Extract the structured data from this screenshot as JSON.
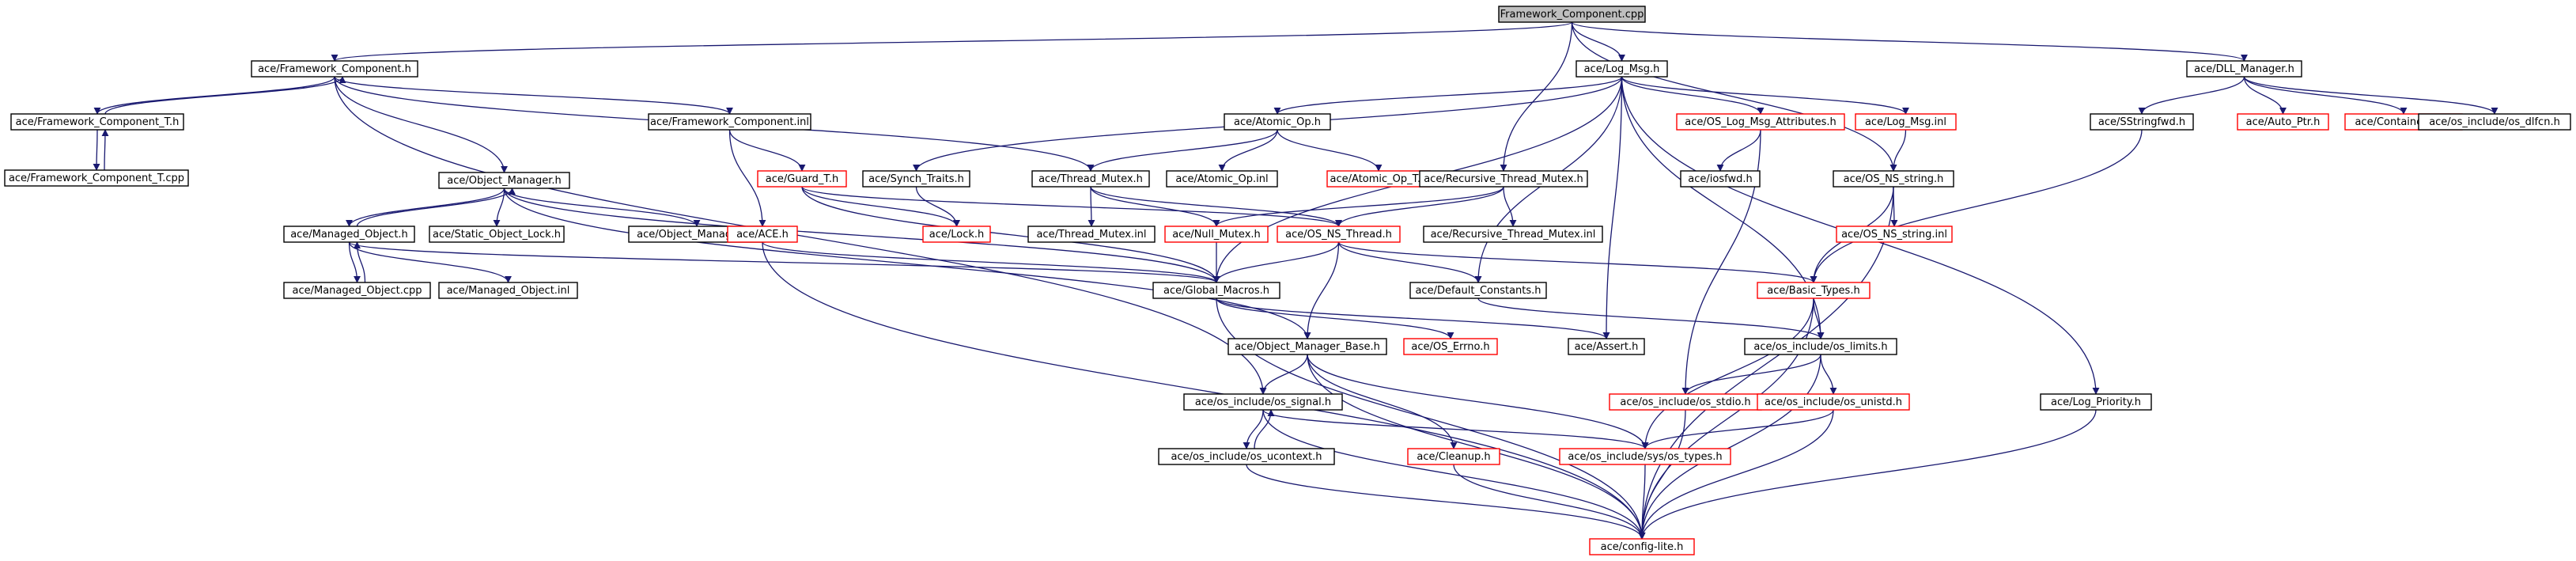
{
  "colors": {
    "edge": "#191970",
    "root_fill": "#bfbfbf",
    "normal_stroke": "#000000",
    "truncated_stroke": "#ff0000",
    "text": "#000000"
  },
  "nodes": [
    {
      "id": "root",
      "label": "Framework_Component.cpp",
      "style": "root"
    },
    {
      "id": "fch",
      "label": "ace/Framework_Component.h",
      "style": "normal"
    },
    {
      "id": "logmsg",
      "label": "ace/Log_Msg.h",
      "style": "normal"
    },
    {
      "id": "dllm",
      "label": "ace/DLL_Manager.h",
      "style": "normal"
    },
    {
      "id": "fcth",
      "label": "ace/Framework_Component_T.h",
      "style": "normal"
    },
    {
      "id": "fcinl",
      "label": "ace/Framework_Component.inl",
      "style": "normal"
    },
    {
      "id": "fctcpp",
      "label": "ace/Framework_Component_T.cpp",
      "style": "normal"
    },
    {
      "id": "objmgr",
      "label": "ace/Object_Manager.h",
      "style": "normal"
    },
    {
      "id": "synchtraits",
      "label": "ace/Synch_Traits.h",
      "style": "normal"
    },
    {
      "id": "guardt",
      "label": "ace/Guard_T.h",
      "style": "truncated"
    },
    {
      "id": "atomicop",
      "label": "ace/Atomic_Op.h",
      "style": "normal"
    },
    {
      "id": "oslogattr",
      "label": "ace/OS_Log_Msg_Attributes.h",
      "style": "truncated"
    },
    {
      "id": "logmsginl",
      "label": "ace/Log_Msg.inl",
      "style": "truncated"
    },
    {
      "id": "sstringfwd",
      "label": "ace/SStringfwd.h",
      "style": "normal"
    },
    {
      "id": "autoptr",
      "label": "ace/Auto_Ptr.h",
      "style": "truncated"
    },
    {
      "id": "containers",
      "label": "ace/Containers_T.h",
      "style": "truncated"
    },
    {
      "id": "osdlfcn",
      "label": "ace/os_include/os_dlfcn.h",
      "style": "normal"
    },
    {
      "id": "threadmutex",
      "label": "ace/Thread_Mutex.h",
      "style": "normal"
    },
    {
      "id": "atomicopinl",
      "label": "ace/Atomic_Op.inl",
      "style": "normal"
    },
    {
      "id": "atomicopt",
      "label": "ace/Atomic_Op_T.h",
      "style": "truncated"
    },
    {
      "id": "rtm",
      "label": "ace/Recursive_Thread_Mutex.h",
      "style": "normal"
    },
    {
      "id": "iosfwd",
      "label": "ace/iosfwd.h",
      "style": "normal"
    },
    {
      "id": "osnsstring",
      "label": "ace/OS_NS_string.h",
      "style": "normal"
    },
    {
      "id": "managedobj",
      "label": "ace/Managed_Object.h",
      "style": "normal"
    },
    {
      "id": "staticobjlock",
      "label": "ace/Static_Object_Lock.h",
      "style": "normal"
    },
    {
      "id": "objmgrinl",
      "label": "ace/Object_Manager.inl",
      "style": "normal"
    },
    {
      "id": "ace",
      "label": "ace/ACE.h",
      "style": "truncated"
    },
    {
      "id": "lock",
      "label": "ace/Lock.h",
      "style": "truncated"
    },
    {
      "id": "threadmutexinl",
      "label": "ace/Thread_Mutex.inl",
      "style": "normal"
    },
    {
      "id": "nullmutex",
      "label": "ace/Null_Mutex.h",
      "style": "truncated"
    },
    {
      "id": "osnsthread",
      "label": "ace/OS_NS_Thread.h",
      "style": "truncated"
    },
    {
      "id": "rtminl",
      "label": "ace/Recursive_Thread_Mutex.inl",
      "style": "normal"
    },
    {
      "id": "osnsstringinl",
      "label": "ace/OS_NS_string.inl",
      "style": "truncated"
    },
    {
      "id": "managedobjcpp",
      "label": "ace/Managed_Object.cpp",
      "style": "normal"
    },
    {
      "id": "managedobjinl",
      "label": "ace/Managed_Object.inl",
      "style": "normal"
    },
    {
      "id": "globalmacros",
      "label": "ace/Global_Macros.h",
      "style": "normal"
    },
    {
      "id": "defconst",
      "label": "ace/Default_Constants.h",
      "style": "normal"
    },
    {
      "id": "basictypes",
      "label": "ace/Basic_Types.h",
      "style": "truncated"
    },
    {
      "id": "objmgrbase",
      "label": "ace/Object_Manager_Base.h",
      "style": "normal"
    },
    {
      "id": "oserrno",
      "label": "ace/OS_Errno.h",
      "style": "truncated"
    },
    {
      "id": "assert",
      "label": "ace/Assert.h",
      "style": "normal"
    },
    {
      "id": "oslimits",
      "label": "ace/os_include/os_limits.h",
      "style": "normal"
    },
    {
      "id": "ossignal",
      "label": "ace/os_include/os_signal.h",
      "style": "normal"
    },
    {
      "id": "osstdio",
      "label": "ace/os_include/os_stdio.h",
      "style": "truncated"
    },
    {
      "id": "osunistd",
      "label": "ace/os_include/os_unistd.h",
      "style": "truncated"
    },
    {
      "id": "logpriority",
      "label": "ace/Log_Priority.h",
      "style": "normal"
    },
    {
      "id": "osucontext",
      "label": "ace/os_include/os_ucontext.h",
      "style": "normal"
    },
    {
      "id": "cleanup",
      "label": "ace/Cleanup.h",
      "style": "truncated"
    },
    {
      "id": "ostypes",
      "label": "ace/os_include/sys/os_types.h",
      "style": "truncated"
    },
    {
      "id": "configlite",
      "label": "ace/config-lite.h",
      "style": "truncated"
    }
  ],
  "edges": [
    [
      "root",
      "fch"
    ],
    [
      "root",
      "logmsg"
    ],
    [
      "root",
      "dllm"
    ],
    [
      "root",
      "rtm"
    ],
    [
      "root",
      "osnsstring"
    ],
    [
      "fch",
      "fcth"
    ],
    [
      "fch",
      "fcinl"
    ],
    [
      "fch",
      "objmgr"
    ],
    [
      "fch",
      "threadmutex"
    ],
    [
      "fch",
      "ossignal"
    ],
    [
      "fcth",
      "fch"
    ],
    [
      "fcth",
      "fctcpp"
    ],
    [
      "fctcpp",
      "fcth"
    ],
    [
      "fcinl",
      "ace"
    ],
    [
      "fcinl",
      "guardt"
    ],
    [
      "guardt",
      "lock"
    ],
    [
      "guardt",
      "globalmacros"
    ],
    [
      "guardt",
      "osnsthread"
    ],
    [
      "synchtraits",
      "lock"
    ],
    [
      "logmsg",
      "synchtraits"
    ],
    [
      "logmsg",
      "atomicop"
    ],
    [
      "logmsg",
      "oslogattr"
    ],
    [
      "logmsg",
      "logmsginl"
    ],
    [
      "logmsg",
      "logpriority"
    ],
    [
      "logmsg",
      "defconst"
    ],
    [
      "logmsg",
      "assert"
    ],
    [
      "logmsg",
      "oslimits"
    ],
    [
      "logmsg",
      "globalmacros"
    ],
    [
      "dllm",
      "sstringfwd"
    ],
    [
      "dllm",
      "autoptr"
    ],
    [
      "dllm",
      "containers"
    ],
    [
      "dllm",
      "osdlfcn"
    ],
    [
      "sstringfwd",
      "basictypes"
    ],
    [
      "atomicop",
      "threadmutex"
    ],
    [
      "atomicop",
      "atomicopinl"
    ],
    [
      "atomicop",
      "atomicopt"
    ],
    [
      "threadmutex",
      "threadmutexinl"
    ],
    [
      "threadmutex",
      "osnsthread"
    ],
    [
      "threadmutex",
      "nullmutex"
    ],
    [
      "rtm",
      "rtminl"
    ],
    [
      "rtm",
      "osnsthread"
    ],
    [
      "rtm",
      "nullmutex"
    ],
    [
      "oslogattr",
      "iosfwd"
    ],
    [
      "oslogattr",
      "osstdio"
    ],
    [
      "logmsginl",
      "osnsstring"
    ],
    [
      "osnsstring",
      "osnsstringinl"
    ],
    [
      "osnsstring",
      "basictypes"
    ],
    [
      "osnsstring",
      "configlite"
    ],
    [
      "objmgr",
      "managedobj"
    ],
    [
      "objmgr",
      "staticobjlock"
    ],
    [
      "objmgr",
      "objmgrinl"
    ],
    [
      "objmgr",
      "globalmacros"
    ],
    [
      "objmgr",
      "objmgrbase"
    ],
    [
      "managedobj",
      "objmgr"
    ],
    [
      "managedobj",
      "managedobjcpp"
    ],
    [
      "managedobj",
      "managedobjinl"
    ],
    [
      "managedobj",
      "globalmacros"
    ],
    [
      "managedobjcpp",
      "managedobj"
    ],
    [
      "ace",
      "globalmacros"
    ],
    [
      "ace",
      "configlite"
    ],
    [
      "nullmutex",
      "globalmacros"
    ],
    [
      "osnsthread",
      "globalmacros"
    ],
    [
      "osnsthread",
      "defconst"
    ],
    [
      "osnsthread",
      "basictypes"
    ],
    [
      "osnsthread",
      "objmgrbase"
    ],
    [
      "globalmacros",
      "oserrno"
    ],
    [
      "globalmacros",
      "assert"
    ],
    [
      "globalmacros",
      "configlite"
    ],
    [
      "defconst",
      "oslimits"
    ],
    [
      "basictypes",
      "oslimits"
    ],
    [
      "basictypes",
      "ostypes"
    ],
    [
      "basictypes",
      "configlite"
    ],
    [
      "oslimits",
      "osstdio"
    ],
    [
      "oslimits",
      "osunistd"
    ],
    [
      "oslimits",
      "configlite"
    ],
    [
      "objmgrbase",
      "ossignal"
    ],
    [
      "objmgrbase",
      "cleanup"
    ],
    [
      "objmgrbase",
      "ostypes"
    ],
    [
      "objmgrbase",
      "configlite"
    ],
    [
      "ossignal",
      "osucontext"
    ],
    [
      "ossignal",
      "ostypes"
    ],
    [
      "ossignal",
      "configlite"
    ],
    [
      "osucontext",
      "ossignal"
    ],
    [
      "osucontext",
      "configlite"
    ],
    [
      "osstdio",
      "configlite"
    ],
    [
      "osunistd",
      "ostypes"
    ],
    [
      "osunistd",
      "configlite"
    ],
    [
      "cleanup",
      "configlite"
    ],
    [
      "ostypes",
      "configlite"
    ],
    [
      "logpriority",
      "configlite"
    ]
  ]
}
